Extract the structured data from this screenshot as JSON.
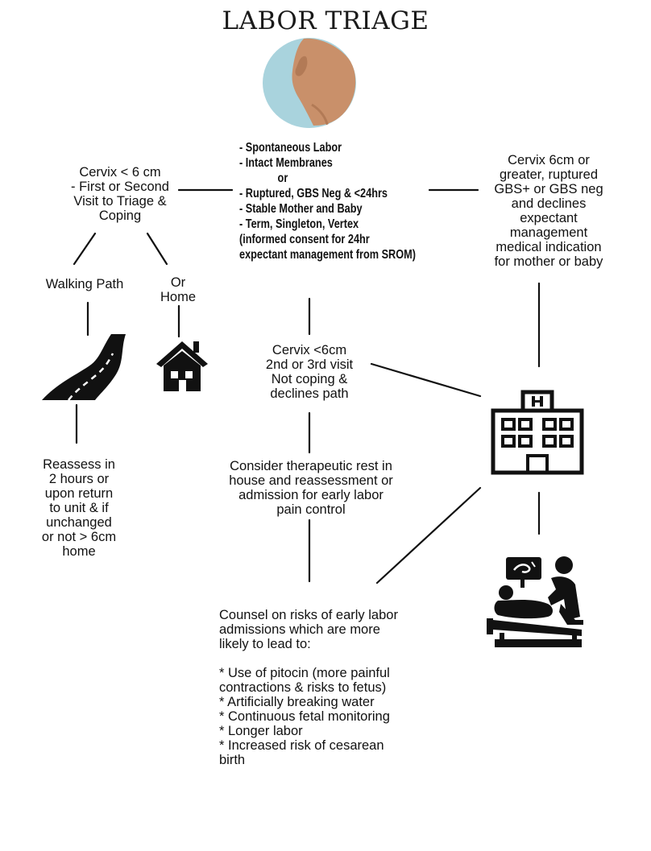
{
  "title": "LABOR TRIAGE",
  "icons": {
    "logo": "pregnant-belly-icon",
    "road": "road-icon",
    "home": "house-icon",
    "hospital": "hospital-building-icon",
    "ultrasound": "ultrasound-monitoring-icon"
  },
  "colors": {
    "logo_bg": "#a9d3dd",
    "logo_skin": "#c9906a",
    "ink": "#111111"
  },
  "center_criteria": {
    "lines": [
      "- Spontaneous Labor",
      "- Intact Membranes",
      "or",
      "- Ruptured, GBS Neg & <24hrs",
      "- Stable Mother and Baby",
      "-  Term, Singleton, Vertex",
      "(informed consent for 24hr",
      "expectant management from SROM)"
    ]
  },
  "left_branch": {
    "text": "Cervix < 6 cm\n- First or Second\nVisit to Triage &\nCoping",
    "walking_path": "Walking Path",
    "or_home": "Or\nHome",
    "reassess": "Reassess in\n2 hours or\nupon return\nto unit & if\nunchanged\nor not > 6cm\nhome"
  },
  "right_branch": {
    "text": "Cervix 6cm or\ngreater, ruptured\nGBS+ or GBS neg\nand declines\nexpectant\nmanagement\nmedical indication\nfor mother or baby"
  },
  "middle_branch": {
    "cervix": "Cervix <6cm\n2nd or 3rd visit\nNot coping &\ndeclines path",
    "consider": "Consider therapeutic rest in\nhouse and reassessment or\nadmission for early labor\npain control",
    "counsel": "Counsel on risks of early labor\nadmissions which are more\nlikely to lead to:\n\n* Use of pitocin (more painful\ncontractions & risks to fetus)\n* Artificially breaking water\n* Continuous fetal monitoring\n* Longer labor\n* Increased risk of cesarean\nbirth"
  }
}
